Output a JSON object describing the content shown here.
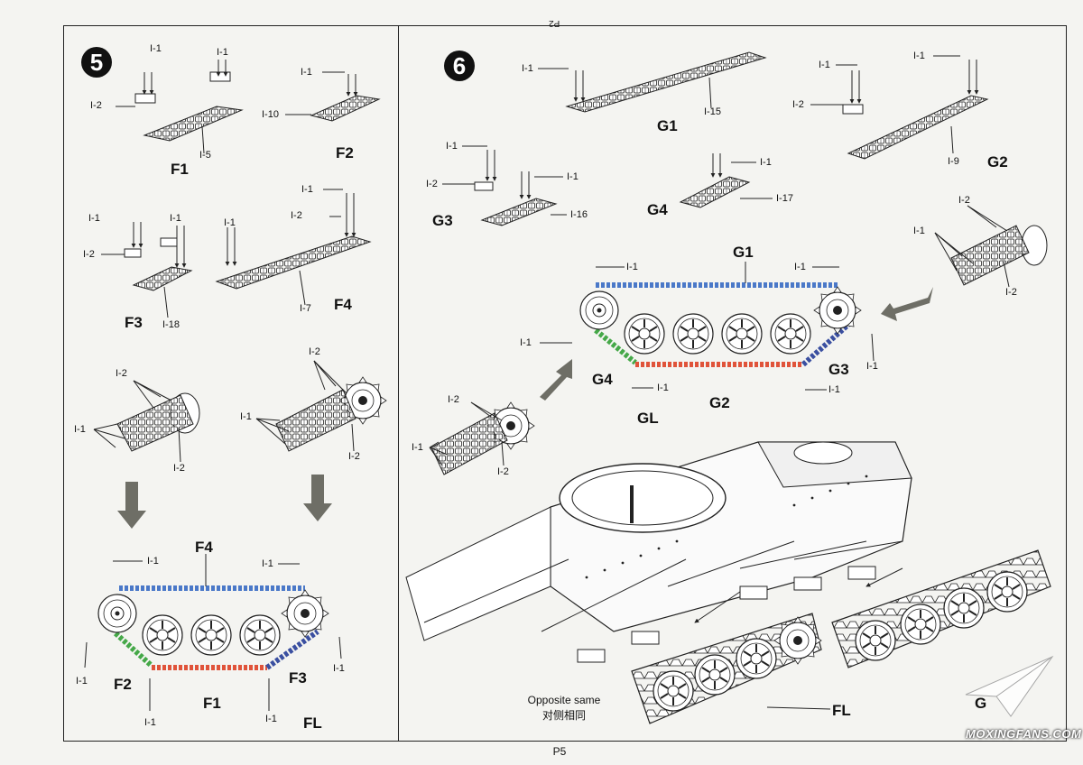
{
  "header": {
    "mirrored_page_ref": "P2"
  },
  "footer": {
    "page_number": "P5"
  },
  "watermark": {
    "text": "MOXINGFANS.COM"
  },
  "step5": {
    "number": "5",
    "labels": {
      "f1_i1a": "I-1",
      "f1_i1b": "I-1",
      "f1_i2": "I-2",
      "f1_i5": "I-5",
      "f2_i1": "I-1",
      "f2_i10": "I-10",
      "f3_i1a": "I-1",
      "f3_i1b": "I-1",
      "f3_i2": "I-2",
      "f3_i18": "I-18",
      "f4_i1a": "I-1",
      "f4_i1b": "I-1",
      "f4_i2": "I-2",
      "f4_i7": "I-7",
      "wl_i2": "I-2",
      "wl_i1": "I-1",
      "wl_i2b": "I-2",
      "wr_i2": "I-2",
      "wr_i1": "I-1",
      "wr_i2b": "I-2",
      "tr_i1a": "I-1",
      "tr_i1b": "I-1",
      "tr_i1c": "I-1",
      "tr_i1d": "I-1",
      "tr_i1e": "I-1",
      "tr_i1f": "I-1"
    },
    "names": {
      "f1": "F1",
      "f2": "F2",
      "f3": "F3",
      "f4": "F4",
      "tF4": "F4",
      "tF2": "F2",
      "tF1": "F1",
      "tF3": "F3",
      "fl": "FL"
    }
  },
  "step6": {
    "number": "6",
    "labels": {
      "g1_i1": "I-1",
      "g1_i15": "I-15",
      "g2_i1": "I-1",
      "g2_i2": "I-2",
      "g2_i9": "I-9",
      "g3_i1a": "I-1",
      "g3_i1b": "I-1",
      "g3_i2": "I-2",
      "g3_i16": "I-16",
      "g4_i1": "I-1",
      "g4_i17": "I-17",
      "wr_i2": "I-2",
      "wr_i1": "I-1",
      "wr_i2b": "I-2",
      "wl_i2": "I-2",
      "wl_i1": "I-1",
      "wl_i2b": "I-2",
      "tr_i1a": "I-1",
      "tr_i1b": "I-1",
      "tr_i1c": "I-1",
      "tr_i1d": "I-1",
      "tr_i1e": "I-1",
      "tr_i1f": "I-1"
    },
    "names": {
      "g1": "G1",
      "g2": "G2",
      "g3": "G3",
      "g4": "G4",
      "tG1": "G1",
      "tG4": "G4",
      "tG2": "G2",
      "tG3": "G3",
      "gl": "GL",
      "fl": "FL",
      "g_partial": "G"
    },
    "note_en": "Opposite same",
    "note_zh": "对侧相同"
  },
  "colors": {
    "line": "#222222",
    "track_top": "#4a78c8",
    "track_bottom": "#e0533a",
    "track_front": "#45a848",
    "track_rear": "#3a4fa0",
    "arrow": "#6e6e66"
  }
}
